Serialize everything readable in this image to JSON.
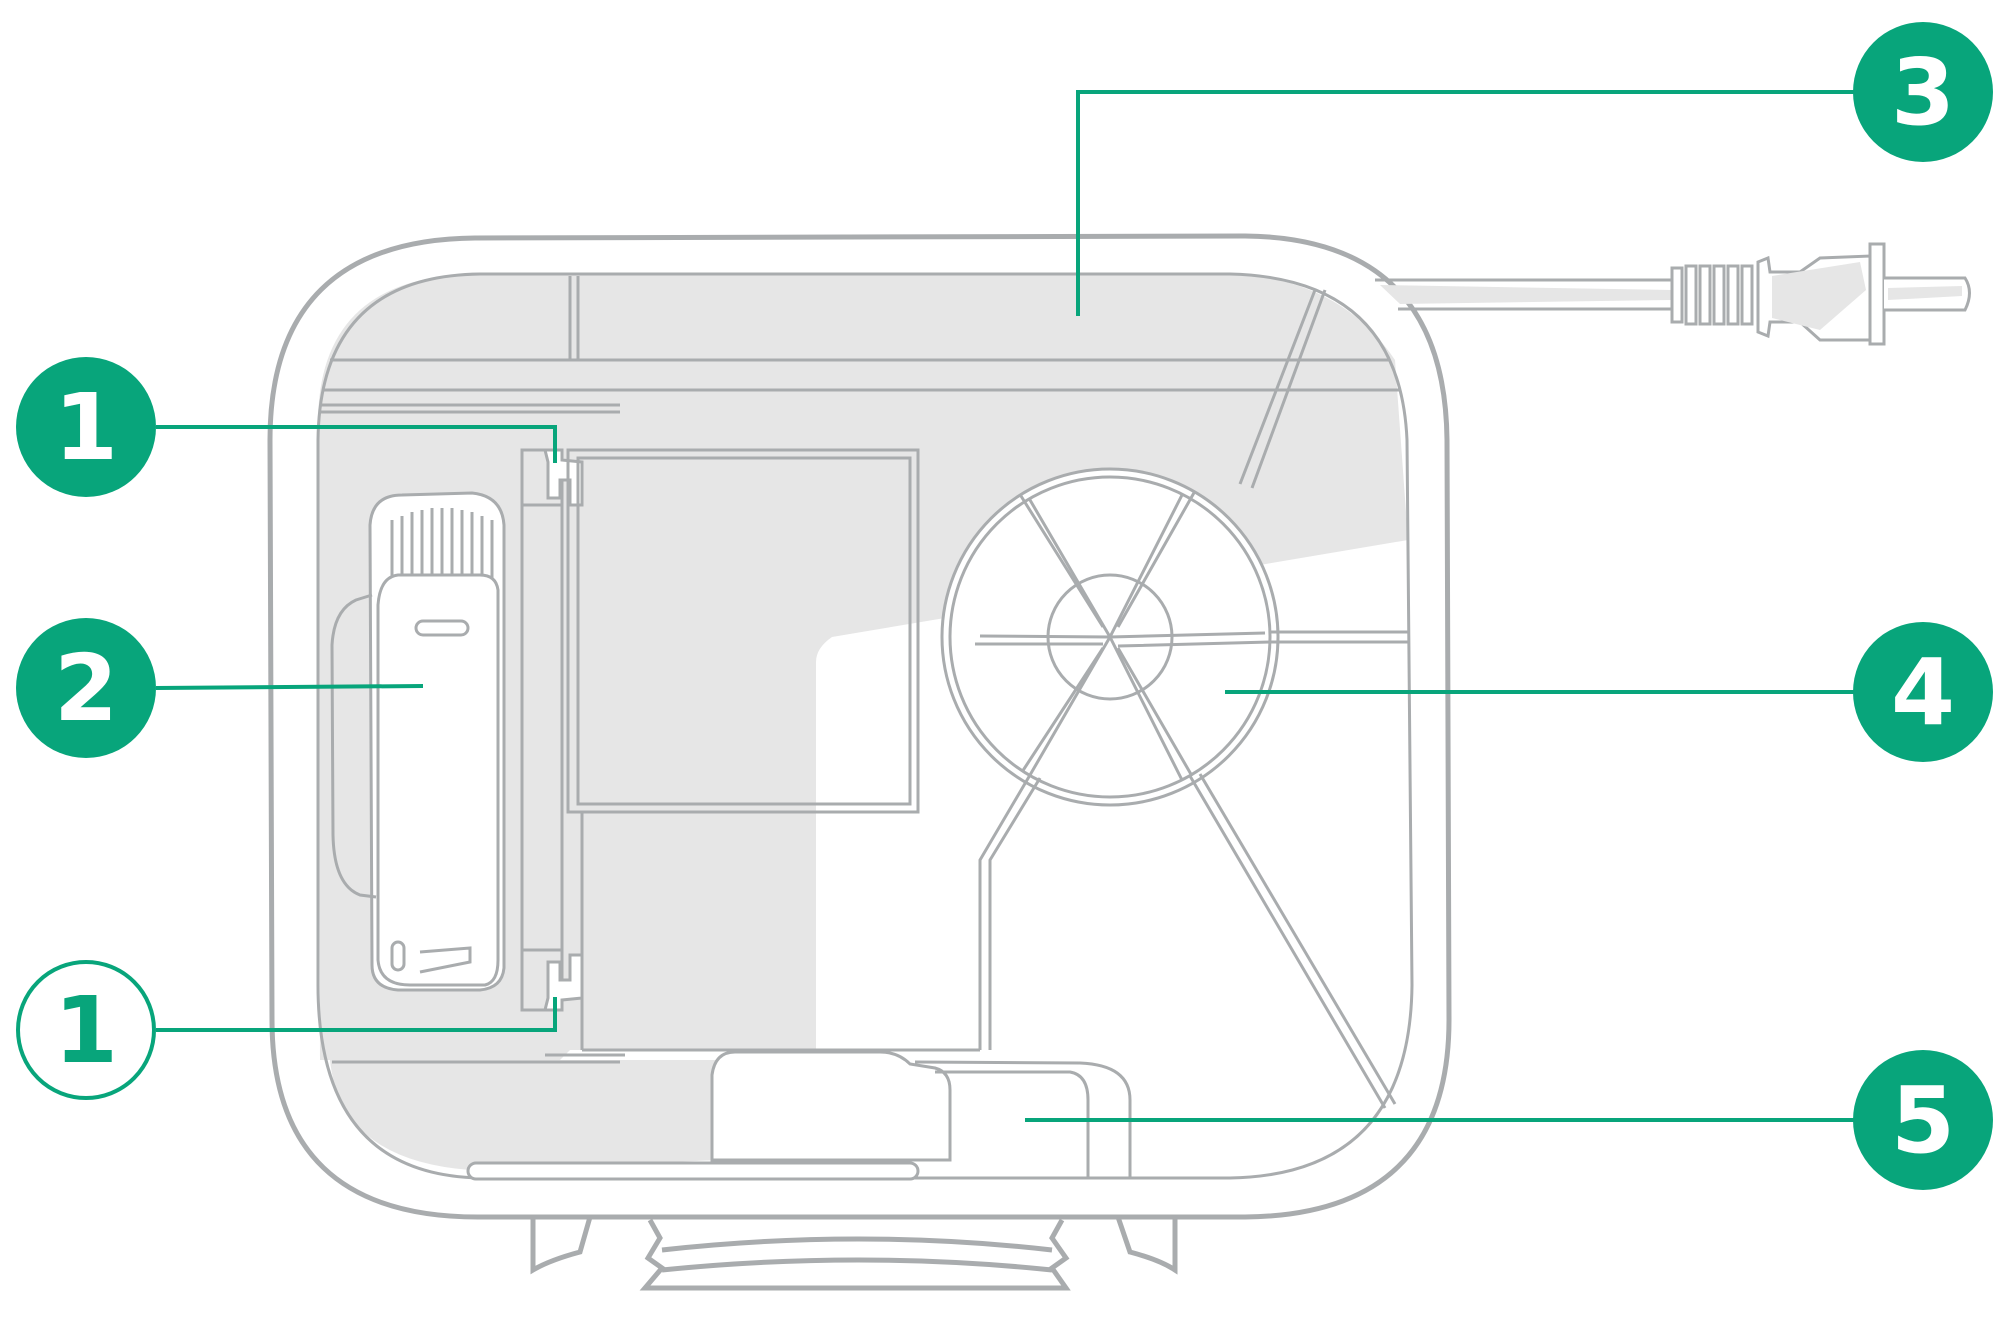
{
  "colors": {
    "accent": "#08a57b",
    "outline": "#a9acae",
    "fill_grey": "#e6e6e6",
    "background": "#ffffff"
  },
  "callouts": [
    {
      "label": "3",
      "style": "filled",
      "target": "lid-top-compartment"
    },
    {
      "label": "1",
      "style": "filled",
      "target": "upper-latch"
    },
    {
      "label": "2",
      "style": "filled",
      "target": "accessory-holder"
    },
    {
      "label": "4",
      "style": "filled",
      "target": "cord-reel"
    },
    {
      "label": "1",
      "style": "outline",
      "target": "lower-latch"
    },
    {
      "label": "5",
      "style": "filled",
      "target": "bottom-compartment"
    }
  ]
}
